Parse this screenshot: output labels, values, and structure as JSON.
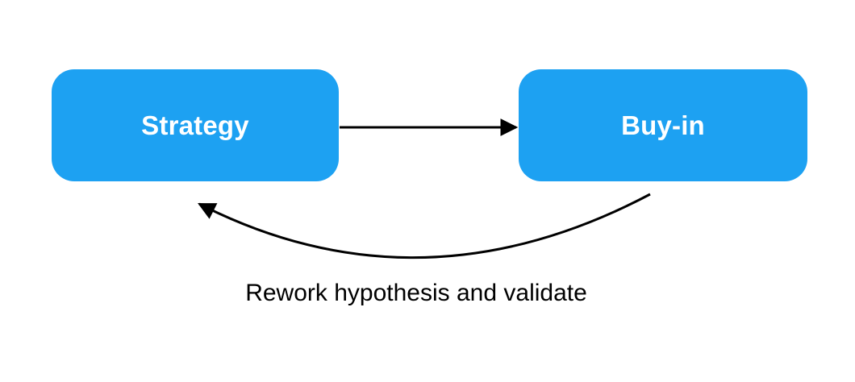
{
  "diagram": {
    "background_color": "#ffffff",
    "node_fill_color": "#1da1f2",
    "node_text_color": "#ffffff",
    "arrow_color": "#000000",
    "nodes": [
      {
        "id": "strategy",
        "label": "Strategy"
      },
      {
        "id": "buy-in",
        "label": "Buy-in"
      }
    ],
    "edges": [
      {
        "from": "strategy",
        "to": "buy-in",
        "type": "straight-arrow",
        "label": ""
      },
      {
        "from": "buy-in",
        "to": "strategy",
        "type": "curved-arrow",
        "label": "Rework hypothesis and validate"
      }
    ]
  }
}
